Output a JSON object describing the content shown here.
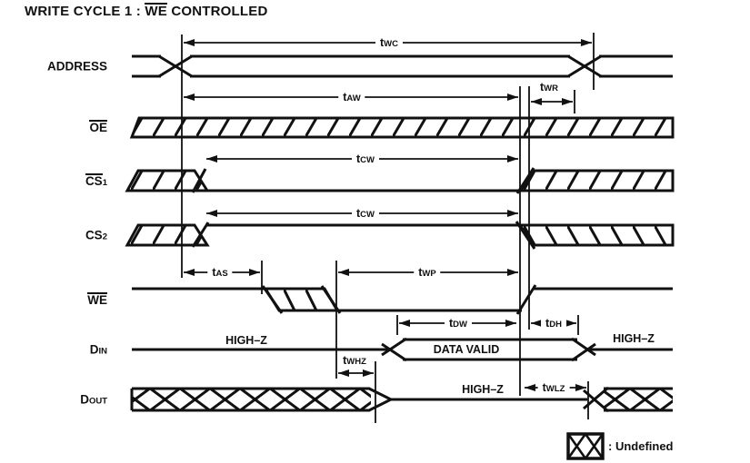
{
  "title": {
    "prefix": "WRITE CYCLE 1 : ",
    "overlined": "WE",
    "suffix": " CONTROLLED"
  },
  "signal_labels": {
    "address": {
      "text": "ADDRESS"
    },
    "oe": {
      "text": "OE"
    },
    "cs1": {
      "text": "CS",
      "sub": "1"
    },
    "cs2": {
      "text": "CS",
      "sub": "2"
    },
    "we": {
      "text": "WE"
    },
    "din": {
      "text": "D",
      "sub": "IN"
    },
    "dout": {
      "text": "D",
      "sub": "OUT"
    }
  },
  "timing_labels": {
    "twc": {
      "t": "t",
      "sub": "WC"
    },
    "taw": {
      "t": "t",
      "sub": "AW"
    },
    "twr": {
      "t": "t",
      "sub": "WR"
    },
    "tcw1": {
      "t": "t",
      "sub": "CW"
    },
    "tcw2": {
      "t": "t",
      "sub": "CW"
    },
    "tas": {
      "t": "t",
      "sub": "AS"
    },
    "twp": {
      "t": "t",
      "sub": "WP"
    },
    "tdw": {
      "t": "t",
      "sub": "DW"
    },
    "tdh": {
      "t": "t",
      "sub": "DH"
    },
    "twhz": {
      "t": "t",
      "sub": "WHZ"
    },
    "twlz": {
      "t": "t",
      "sub": "WLZ"
    }
  },
  "annotations": {
    "din_highz_left": "HIGH–Z",
    "data_valid": "DATA VALID",
    "din_highz_right": "HIGH–Z",
    "dout_highz": "HIGH–Z"
  },
  "legend": {
    "label": ": Undefined"
  },
  "colors": {
    "ink": "#111111",
    "background": "#ffffff"
  }
}
